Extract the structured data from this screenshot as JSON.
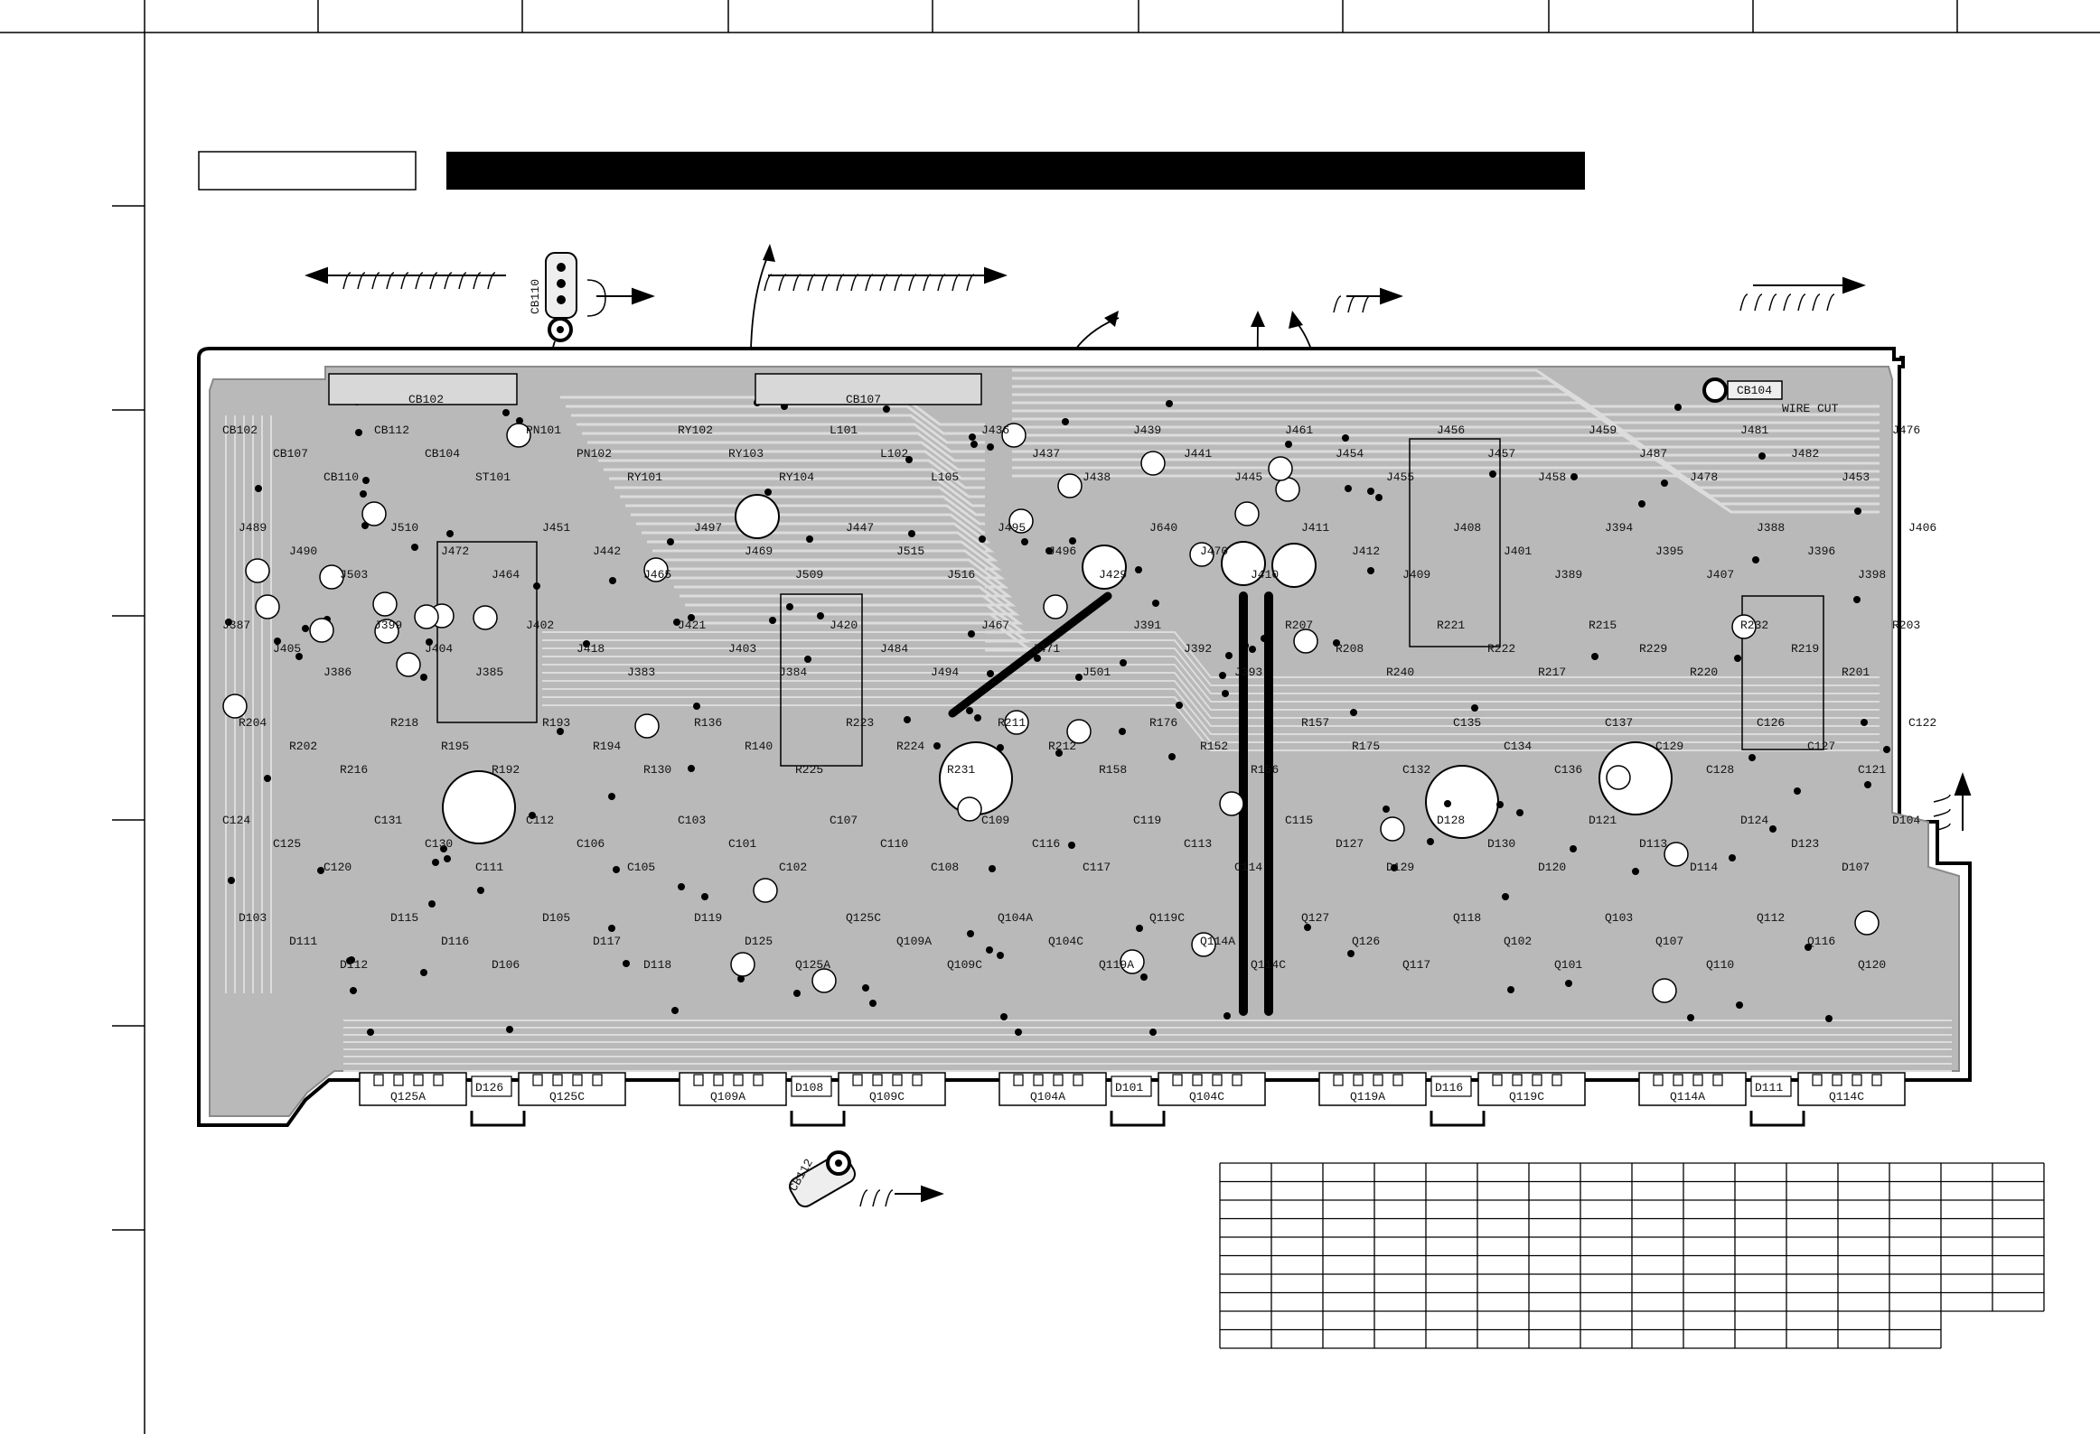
{
  "board_labels": [
    "CB102",
    "CB107",
    "CB110",
    "CB112",
    "CB104",
    "ST101",
    "PN101",
    "PN102",
    "RY101",
    "RY102",
    "RY103",
    "RY104",
    "L101",
    "L102",
    "L105",
    "J436",
    "J437",
    "J438",
    "J439",
    "J441",
    "J445",
    "J461",
    "J454",
    "J455",
    "J456",
    "J457",
    "J458",
    "J459",
    "J487",
    "J478",
    "J481",
    "J482",
    "J453",
    "J476",
    "J489",
    "J490",
    "J503",
    "J510",
    "J472",
    "J464",
    "J451",
    "J442",
    "J465",
    "J497",
    "J469",
    "J509",
    "J447",
    "J515",
    "J516",
    "J495",
    "J496",
    "J429",
    "J640",
    "J470",
    "J410",
    "J411",
    "J412",
    "J409",
    "J408",
    "J401",
    "J389",
    "J394",
    "J395",
    "J407",
    "J388",
    "J396",
    "J398",
    "J406",
    "J387",
    "J405",
    "J386",
    "J399",
    "J404",
    "J385",
    "J402",
    "J418",
    "J383",
    "J421",
    "J403",
    "J384",
    "J420",
    "J484",
    "J494",
    "J467",
    "J471",
    "J501",
    "J391",
    "J392",
    "J393",
    "R207",
    "R208",
    "R240",
    "R221",
    "R222",
    "R217",
    "R215",
    "R229",
    "R220",
    "R232",
    "R219",
    "R201",
    "R203",
    "R204",
    "R202",
    "R216",
    "R218",
    "R195",
    "R192",
    "R193",
    "R194",
    "R130",
    "R136",
    "R140",
    "R225",
    "R223",
    "R224",
    "R231",
    "R211",
    "R212",
    "R158",
    "R176",
    "R152",
    "R156",
    "R157",
    "R175",
    "C132",
    "C135",
    "C134",
    "C136",
    "C137",
    "C129",
    "C128",
    "C126",
    "C127",
    "C121",
    "C122",
    "C124",
    "C125",
    "C120",
    "C131",
    "C130",
    "C111",
    "C112",
    "C106",
    "C105",
    "C103",
    "C101",
    "C102",
    "C107",
    "C110",
    "C108",
    "C109",
    "C116",
    "C117",
    "C119",
    "C113",
    "C114",
    "C115",
    "D127",
    "D129",
    "D128",
    "D130",
    "D120",
    "D121",
    "D113",
    "D114",
    "D124",
    "D123",
    "D107",
    "D104",
    "D103",
    "D111",
    "D112",
    "D115",
    "D116",
    "D106",
    "D105",
    "D117",
    "D118",
    "D119",
    "D125",
    "Q125A",
    "Q125C",
    "Q109A",
    "Q109C",
    "Q104A",
    "Q104C",
    "Q119A",
    "Q119C",
    "Q114A",
    "Q114C",
    "Q127",
    "Q126",
    "Q117",
    "Q118",
    "Q102",
    "Q101",
    "Q103",
    "Q107",
    "Q110",
    "Q112",
    "Q116",
    "Q120"
  ],
  "connector_labels": {
    "cb110": "CB110",
    "cb112": "CB112",
    "cb102": "CB102",
    "cb107": "CB107",
    "cb104": "CB104",
    "wire_cut": "WIRE CUT"
  },
  "transistor_labels": [
    "Q125A",
    "Q125C",
    "Q109A",
    "Q109C",
    "Q104A",
    "Q104C",
    "Q119A",
    "Q119C",
    "Q114A",
    "Q114C"
  ],
  "diode_labels": [
    "D126",
    "D108",
    "D101",
    "D116",
    "D111"
  ],
  "legend_table": {
    "columns": 16,
    "rows": 10
  }
}
